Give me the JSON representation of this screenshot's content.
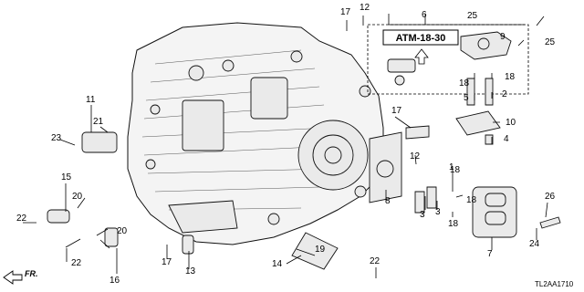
{
  "diagram": {
    "reference_box_label": "ATM-18-30",
    "catalog_code": "TL2AA1710",
    "front_indicator": "FR.",
    "callouts": [
      "17",
      "12",
      "6",
      "25",
      "9",
      "25",
      "18",
      "18",
      "5",
      "2",
      "10",
      "4",
      "11",
      "21",
      "23",
      "17",
      "12",
      "1",
      "15",
      "20",
      "18",
      "18",
      "8",
      "3",
      "3",
      "18",
      "26",
      "22",
      "20",
      "22",
      "24",
      "7",
      "16",
      "17",
      "13",
      "14",
      "19",
      "22"
    ]
  }
}
